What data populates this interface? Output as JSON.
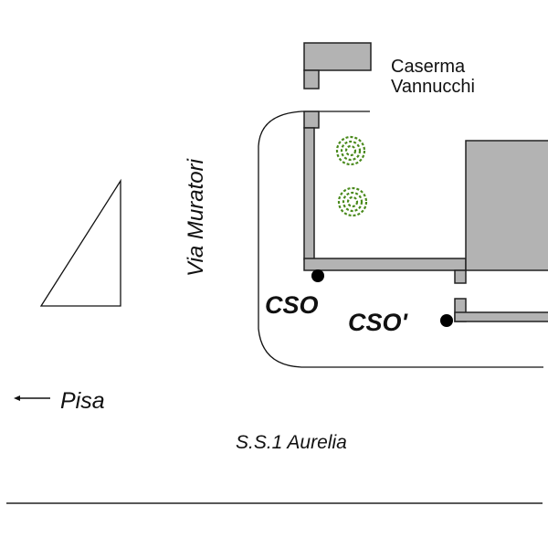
{
  "map": {
    "title": "Site plan",
    "labels": {
      "barracks_line1": "Caserma",
      "barracks_line2": "Vannucchi",
      "street_side": "Via Muratori",
      "direction": "Pisa",
      "direction_arrow": "←",
      "main_road": "S.S.1 Aurelia",
      "point_a": "CSO",
      "point_b": "CSO'"
    },
    "features": {
      "trees": 2,
      "measurement_points": [
        "CSO",
        "CSO'"
      ],
      "north_arrow_shape": "triangle"
    },
    "colors": {
      "building_fill": "#b3b3b3",
      "outline": "#111111",
      "tree": "#4a8a1c",
      "point": "#000000"
    }
  }
}
